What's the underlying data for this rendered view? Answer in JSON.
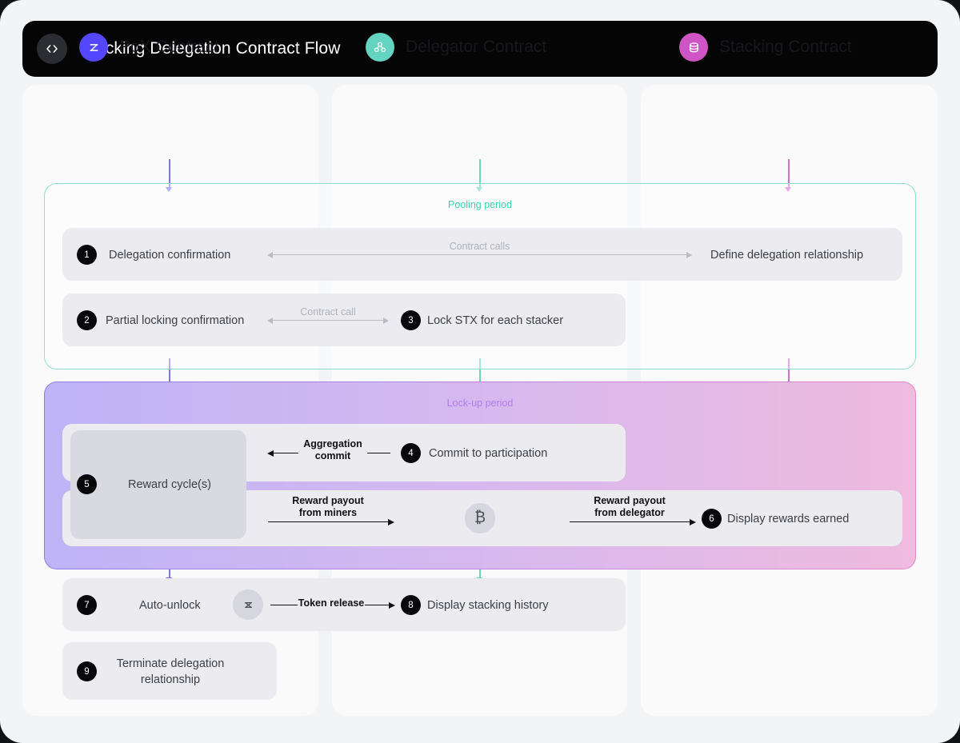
{
  "header": {
    "icon": "code-brackets-icon",
    "title": "Stacking Delegation Contract Flow"
  },
  "columns": [
    {
      "id": "pox",
      "label": "PoX Contract",
      "icon": "stacks-logo-icon",
      "color": "#5546ff",
      "arrow_color": "#7b74f5"
    },
    {
      "id": "delegator",
      "label": "Delegator Contract",
      "icon": "user-group-icon",
      "color": "#63d4c0",
      "arrow_color": "#6ed3bf"
    },
    {
      "id": "stacking",
      "label": "Stacking Contract",
      "icon": "database-icon",
      "color": "#cf55c6",
      "arrow_color": "#d66ad0"
    }
  ],
  "periods": [
    {
      "id": "pooling",
      "label": "Pooling period",
      "color": "#3ecfb2"
    },
    {
      "id": "lockup",
      "label": "Lock-up period",
      "color": "#b07df0"
    }
  ],
  "steps": {
    "s1": {
      "num": "1",
      "text": "Delegation confirmation"
    },
    "s1b": {
      "text": "Define delegation relationship"
    },
    "s2": {
      "num": "2",
      "text": "Partial locking confirmation"
    },
    "s3": {
      "num": "3",
      "text": "Lock STX for each stacker"
    },
    "s4": {
      "num": "4",
      "text": "Commit to participation"
    },
    "s5": {
      "num": "5",
      "text": "Reward cycle(s)"
    },
    "s6": {
      "num": "6",
      "text": "Display rewards earned"
    },
    "s7": {
      "num": "7",
      "text": "Auto-unlock"
    },
    "s8": {
      "num": "8",
      "text": "Display stacking history"
    },
    "s9": {
      "num": "9",
      "text": "Terminate delegation relationship"
    }
  },
  "connectors": {
    "c1": {
      "label": "Contract calls",
      "color": "#b9bcc4",
      "direction": "both"
    },
    "c2": {
      "label": "Contract call",
      "color": "#b9bcc4",
      "direction": "both"
    },
    "c3": {
      "label_line1": "Aggregation",
      "label_line2": "commit",
      "color": "#111214",
      "direction": "left"
    },
    "c4": {
      "label_line1": "Reward payout",
      "label_line2": "from miners",
      "color": "#111214",
      "direction": "right"
    },
    "c5": {
      "label_line1": "Reward payout",
      "label_line2": "from delegator",
      "color": "#111214",
      "direction": "right"
    },
    "c6": {
      "label": "Token release",
      "color": "#111214",
      "direction": "right"
    }
  },
  "tokens": {
    "btc": {
      "icon": "bitcoin-icon",
      "glyph": "₿"
    },
    "stx": {
      "icon": "stacks-token-icon",
      "glyph": "米"
    }
  }
}
